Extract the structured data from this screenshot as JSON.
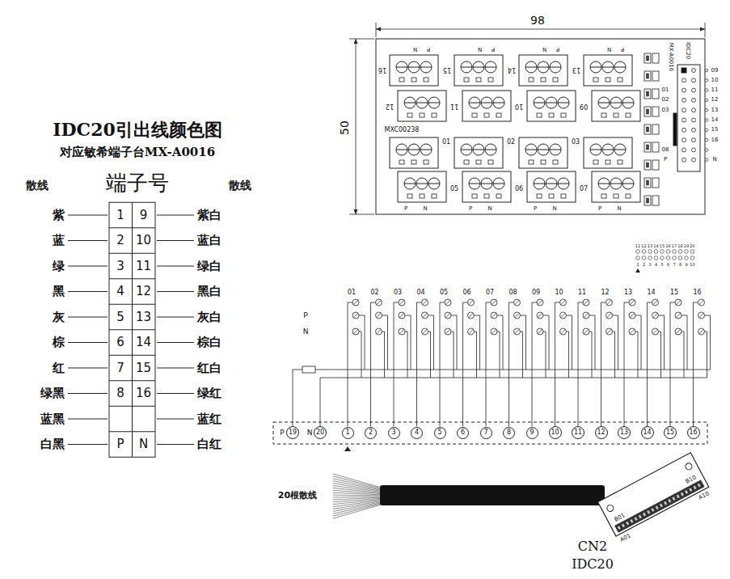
{
  "diagram": {
    "title": "IDC20引出线颜色图",
    "nodes": [
      {
        "text": [
          "19"
        ]
      },
      {
        "text": [
          "20"
        ]
      },
      {
        "text": [
          "1"
        ]
      },
      {
        "text": [
          "2"
        ]
      },
      {
        "text": [
          "3"
        ]
      },
      {
        "text": [
          "4"
        ]
      },
      {
        "text": [
          "5"
        ]
      },
      {
        "text": [
          "6"
        ]
      },
      {
        "text": [
          "7"
        ]
      },
      {
        "text": [
          "8"
        ]
      },
      {
        "text": [
          "9"
        ]
      },
      {
        "text": [
          "10"
        ]
      },
      {
        "text": [
          "11"
        ]
      },
      {
        "text": [
          "12"
        ]
      },
      {
        "text": [
          "13"
        ]
      },
      {
        "text": [
          "14"
        ]
      },
      {
        "text": [
          "15"
        ]
      },
      {
        "text": [
          "16"
        ]
      }
    ],
    "labels": [
      "对应敏希端子台MX-A0016",
      "散线",
      "端子号",
      "散线",
      "紫",
      "1",
      "9",
      "紫白",
      "蓝",
      "2",
      "10",
      "蓝白",
      "绿",
      "3",
      "11",
      "绿白",
      "黑",
      "4",
      "12",
      "黑白",
      "灰",
      "5",
      "13",
      "灰白",
      "棕",
      "6",
      "14",
      "棕白",
      "红",
      "7",
      "15",
      "红白",
      "绿黑",
      "8",
      "16",
      "绿红",
      "蓝黑",
      "蓝红",
      "白黑",
      "P",
      "N",
      "白红",
      "98",
      "50",
      "N",
      "P",
      "N",
      "P",
      "N",
      "P",
      "N",
      "P",
      "16",
      "15",
      "14",
      "13",
      "12",
      "11",
      "10",
      "09",
      "MXC00238",
      "01",
      "02",
      "03",
      "05",
      "06",
      "07",
      "P",
      "N",
      "P",
      "N",
      "P",
      "N",
      "P",
      "N",
      "MX-A0016",
      "IDC20",
      "01",
      "02",
      "03",
      "08",
      "P",
      "09",
      "10",
      "11",
      "12",
      "13",
      "14",
      "15",
      "16",
      "N",
      "11",
      "12",
      "13",
      "14",
      "15",
      "16",
      "17",
      "18",
      "19",
      "20",
      "1",
      "2",
      "3",
      "4",
      "5",
      "6",
      "7",
      "8",
      "9",
      "10",
      "01",
      "02",
      "03",
      "04",
      "05",
      "06",
      "07",
      "08",
      "09",
      "10",
      "11",
      "12",
      "13",
      "14",
      "15",
      "16",
      "P",
      "N",
      "P",
      "N",
      "20根散线",
      "CN2",
      "IDC20",
      "B01",
      "B10",
      "A10",
      "A01"
    ]
  }
}
